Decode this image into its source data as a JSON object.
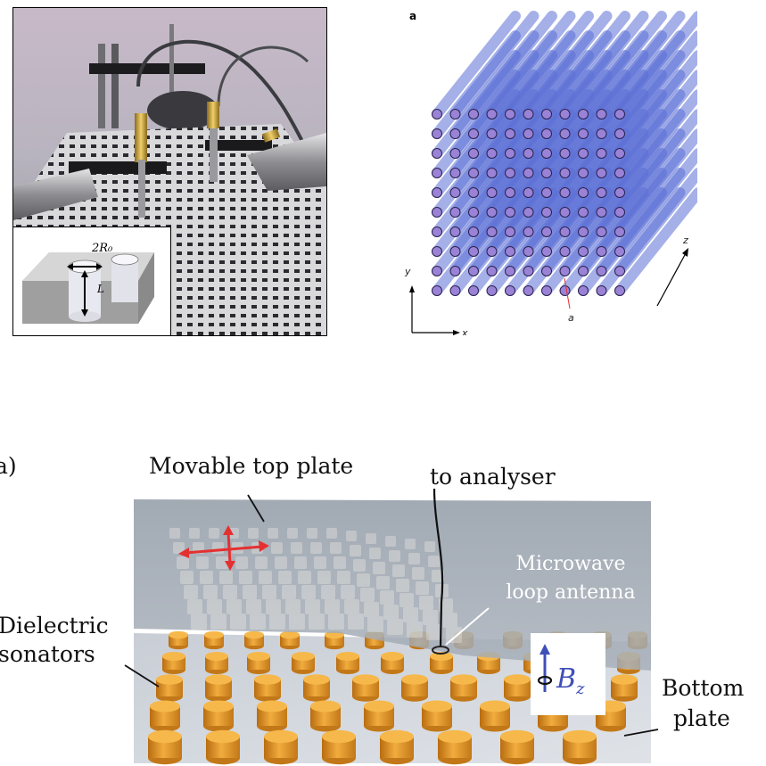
{
  "photo": {
    "inset_label_radius": "2R₀",
    "inset_label_length": "L"
  },
  "lattice": {
    "panel_letter": "a",
    "axis_x": "x",
    "axis_y": "y",
    "axis_z": "z",
    "lattice_constant": "a"
  },
  "setup": {
    "panel_letter_fragment": "a)",
    "top_plate_label": "Movable top plate",
    "analyser_label": "to analyser",
    "antenna_label_line1": "Microwave",
    "antenna_label_line2": "loop antenna",
    "dielectric_label_line1": "Dielectric",
    "dielectric_label_line2": "sonators",
    "bottom_label_line1": "Bottom",
    "bottom_label_line2": "plate",
    "field_label": "B",
    "field_subscript": "z"
  },
  "colors": {
    "rod_blue": "#5b6fd6",
    "rod_face": "#9a83d6",
    "resonator": "#e8a030",
    "arrow_red": "#e53030",
    "plate_gray": "#9aa3ae"
  }
}
